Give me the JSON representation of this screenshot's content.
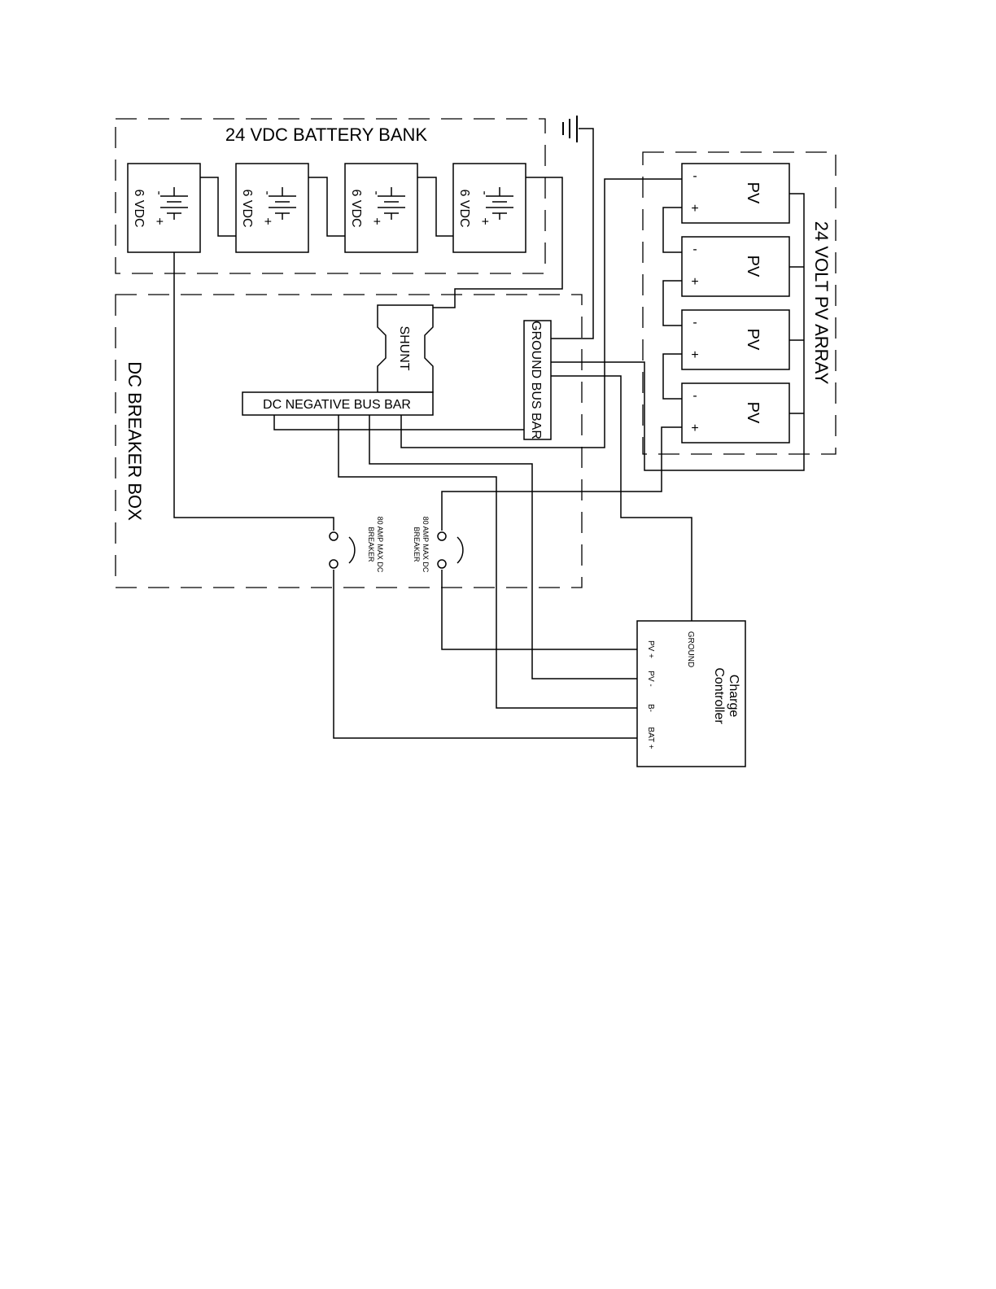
{
  "labels": {
    "battery_bank": "24 VDC BATTERY BANK",
    "battery_cell": "6 VDC",
    "minus": "-",
    "plus": "+",
    "pv_array": "24 VOLT PV ARRAY",
    "pv": "PV",
    "breaker_box": "DC BREAKER BOX",
    "shunt": "SHUNT",
    "ground_bus_bar": "GROUND BUS BAR",
    "dc_negative_bus_bar": "DC NEGATIVE BUS BAR",
    "breaker_line1": "80 AMP MAX DC",
    "breaker_line2": "BREAKER",
    "charge_controller_line1": "Charge",
    "charge_controller_line2": "Controller",
    "terminal_ground": "GROUND",
    "terminal_pv_plus": "PV +",
    "terminal_pv_minus": "PV -",
    "terminal_b_minus": "B-",
    "terminal_bat_plus": "BAT +"
  }
}
